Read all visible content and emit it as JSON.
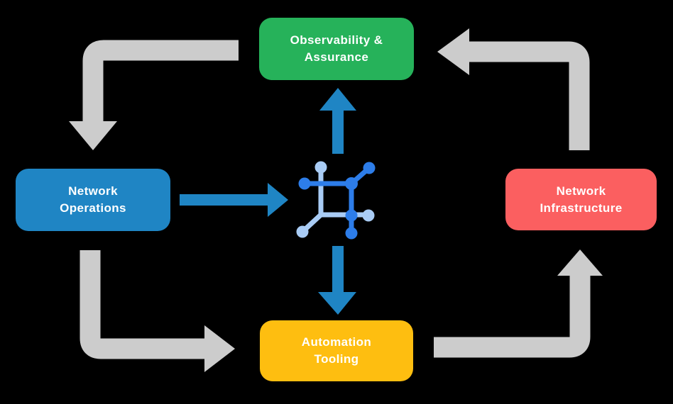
{
  "diagram": {
    "title": "Network automation lifecycle diagram",
    "background_color": "#000000",
    "colors": {
      "observability_green": "#26B25A",
      "operations_blue": "#1F85C4",
      "infrastructure_red": "#FB5F60",
      "automation_yellow": "#FEBE10",
      "cycle_arrow_gray": "#CCCCCC",
      "inner_arrow_blue": "#1F85C4",
      "icon_dark_blue": "#2D7DE9",
      "icon_light_blue": "#A9CCF5",
      "label_text": "#FFFFFF"
    },
    "nodes": [
      {
        "id": "observability",
        "position": "top",
        "color": "#26B25A",
        "label_line1": "Observability &",
        "label_line2": "Assurance"
      },
      {
        "id": "operations",
        "position": "left",
        "color": "#1F85C4",
        "label_line1": "Network",
        "label_line2": "Operations"
      },
      {
        "id": "infrastructure",
        "position": "right",
        "color": "#FB5F60",
        "label_line1": "Network",
        "label_line2": "Infrastructure"
      },
      {
        "id": "automation",
        "position": "bottom",
        "color": "#FEBE10",
        "label_line1": "Automation",
        "label_line2": "Tooling"
      }
    ],
    "center_icon": {
      "name": "network-automation-icon",
      "description": "square circuit glyph with six round nodes in two shades of blue"
    },
    "flow_arrows": {
      "outer_cycle": [
        {
          "from": "Observability & Assurance",
          "to": "Network Operations",
          "color": "#CCCCCC"
        },
        {
          "from": "Network Operations",
          "to": "Automation Tooling",
          "color": "#CCCCCC"
        },
        {
          "from": "Automation Tooling",
          "to": "Network Infrastructure",
          "color": "#CCCCCC"
        },
        {
          "from": "Network Infrastructure",
          "to": "Observability & Assurance",
          "color": "#CCCCCC"
        }
      ],
      "inner": [
        {
          "from": "Network Operations",
          "to": "center-icon",
          "color": "#1F85C4"
        },
        {
          "from": "center-icon",
          "to": "Observability & Assurance",
          "color": "#1F85C4"
        },
        {
          "from": "center-icon",
          "to": "Automation Tooling",
          "color": "#1F85C4"
        }
      ]
    }
  }
}
